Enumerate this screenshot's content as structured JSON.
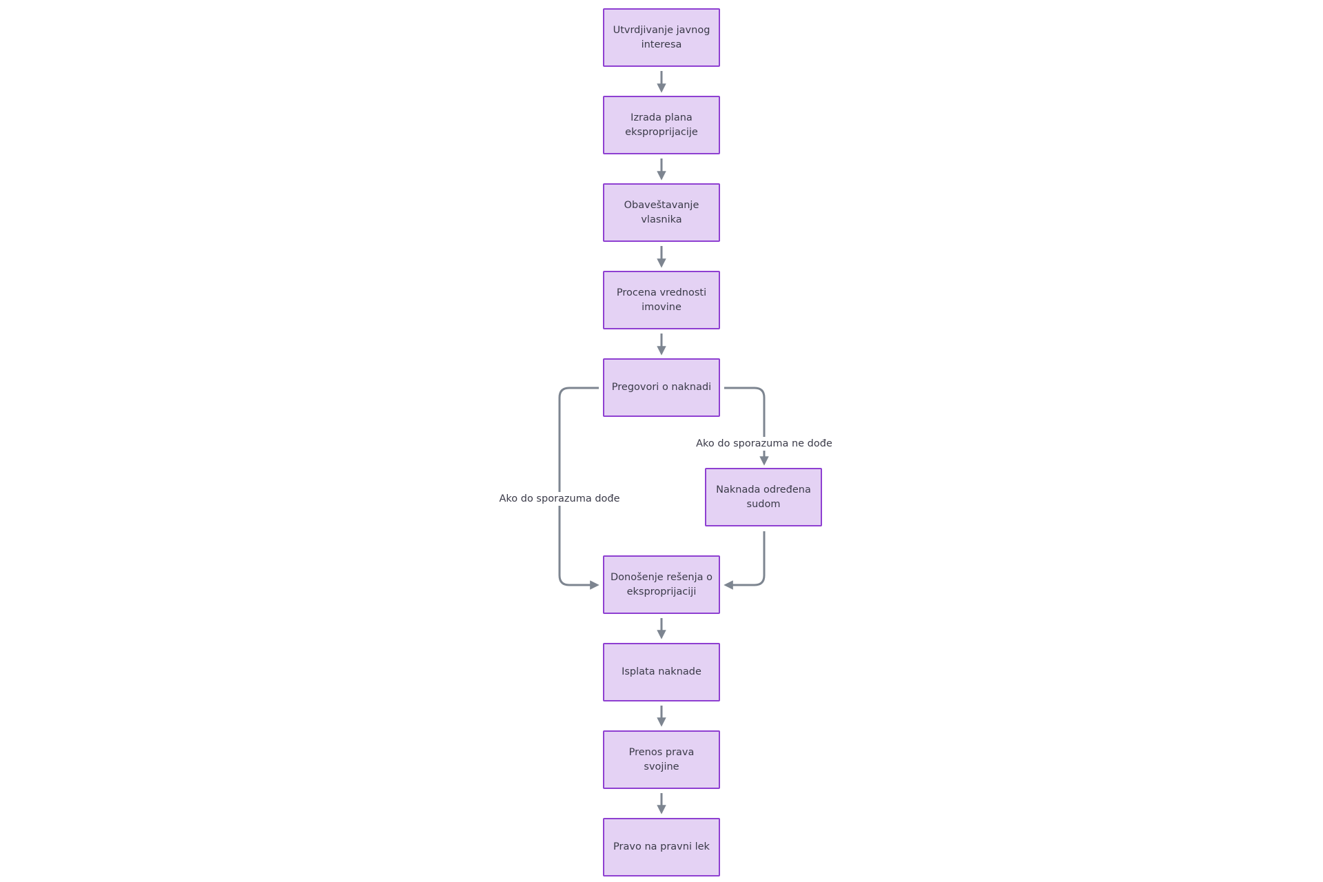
{
  "diagram": {
    "colors": {
      "node_fill": "#e4d2f4",
      "node_border": "#8e3fd1",
      "edge": "#7d8590",
      "text": "#3a3a48"
    },
    "nodes": [
      {
        "id": "n1",
        "label": "Utvrdjivanje javnog interesa"
      },
      {
        "id": "n2",
        "label": "Izrada plana eksproprijacije"
      },
      {
        "id": "n3",
        "label": "Obaveštavanje vlasnika"
      },
      {
        "id": "n4",
        "label": "Procena vrednosti imovine"
      },
      {
        "id": "n5",
        "label": "Pregovori o naknadi"
      },
      {
        "id": "n6",
        "label": "Naknada određena sudom"
      },
      {
        "id": "n7",
        "label": "Donošenje rešenja o eksproprijaciji"
      },
      {
        "id": "n8",
        "label": "Isplata naknade"
      },
      {
        "id": "n9",
        "label": "Prenos prava svojine"
      },
      {
        "id": "n10",
        "label": "Pravo na pravni lek"
      }
    ],
    "edges": [
      {
        "from": "n1",
        "to": "n2",
        "label": ""
      },
      {
        "from": "n2",
        "to": "n3",
        "label": ""
      },
      {
        "from": "n3",
        "to": "n4",
        "label": ""
      },
      {
        "from": "n4",
        "to": "n5",
        "label": ""
      },
      {
        "from": "n5",
        "to": "n7",
        "label": "Ako do sporazuma dođe"
      },
      {
        "from": "n5",
        "to": "n6",
        "label": "Ako do sporazuma ne dođe"
      },
      {
        "from": "n6",
        "to": "n7",
        "label": ""
      },
      {
        "from": "n7",
        "to": "n8",
        "label": ""
      },
      {
        "from": "n8",
        "to": "n9",
        "label": ""
      },
      {
        "from": "n9",
        "to": "n10",
        "label": ""
      }
    ]
  }
}
